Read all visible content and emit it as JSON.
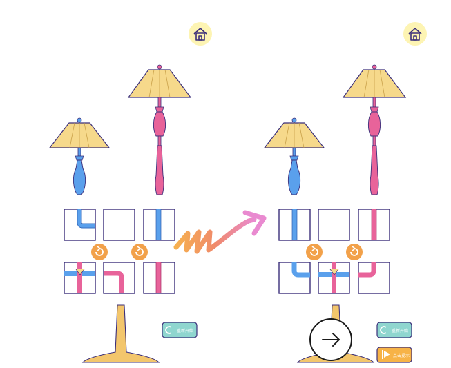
{
  "colors": {
    "outline": "#3b2f7a",
    "blue": "#5aa0ec",
    "pink": "#e8639a",
    "shade": "#f6d98b",
    "base": "#f3c66c",
    "rotate": "#f2a14a",
    "home_bg": "#fdf4b3",
    "restart_bg": "#8fd6cf",
    "hint_bg": "#f7b347"
  },
  "icons": {
    "home": "home-icon",
    "rotate": "rotate-icon",
    "restart": "restart-icon",
    "hint": "hint-icon",
    "next": "arrow-right-icon",
    "transition": "squiggle-arrow-icon"
  },
  "left_panel": {
    "restart_label": "重新开始"
  },
  "right_panel": {
    "restart_label": "重新开始",
    "hint_label": "点击提示"
  }
}
